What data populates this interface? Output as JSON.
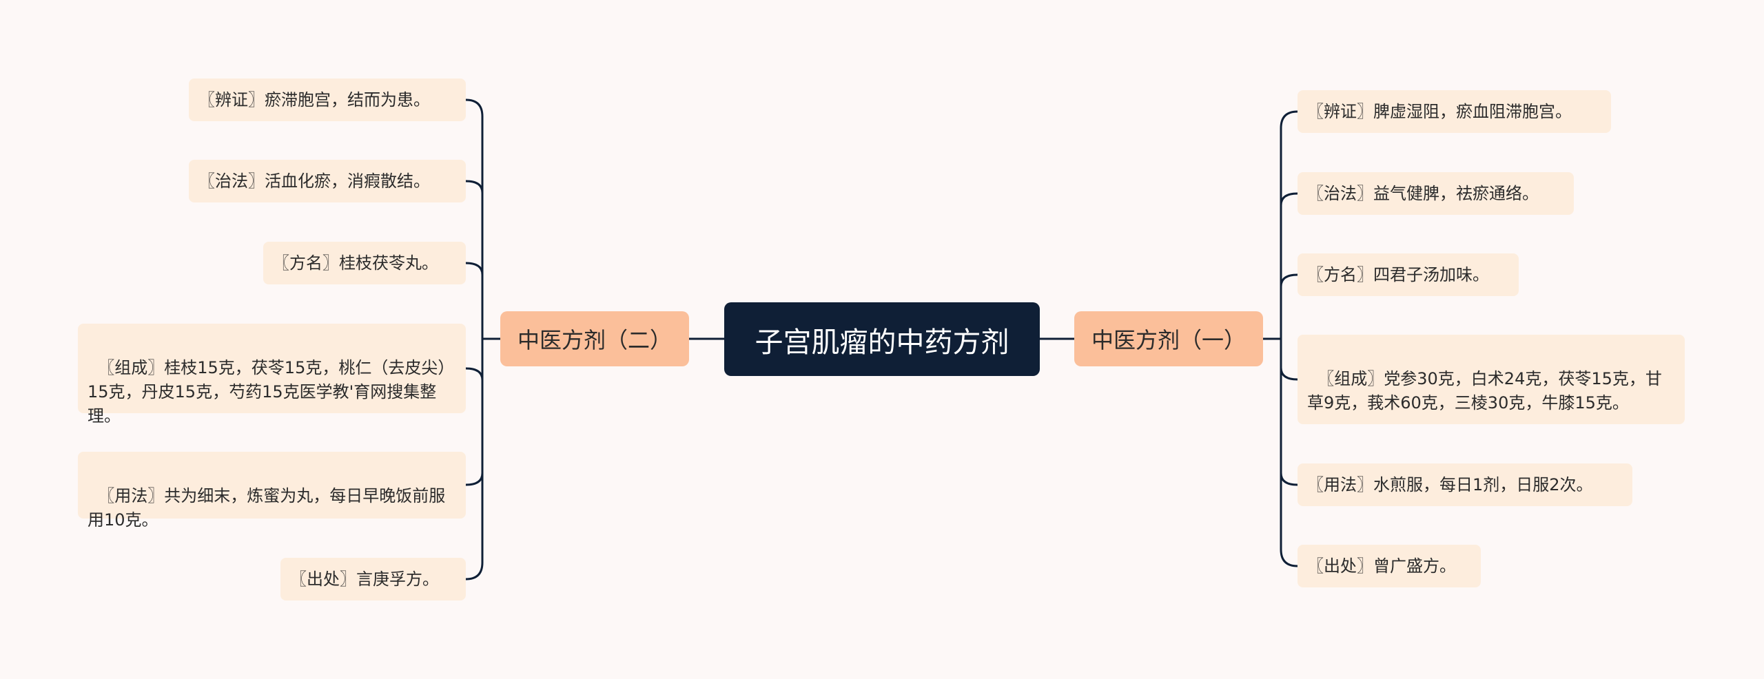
{
  "central": {
    "label": "子宫肌瘤的中药方剂"
  },
  "branches": {
    "left": {
      "label": "中医方剂（二）",
      "items": [
        "〖辨证〗瘀滞胞宫，结而为患。",
        "〖治法〗活血化瘀，消瘕散结。",
        "〖方名〗桂枝茯苓丸。",
        "〖组成〗桂枝15克，茯苓15克，桃仁（去皮尖）15克，丹皮15克，芍药15克医学教'育网搜集整理。",
        "〖用法〗共为细末，炼蜜为丸，每日早晚饭前服用10克。",
        "〖出处〗言庚孚方。"
      ]
    },
    "right": {
      "label": "中医方剂（一）",
      "items": [
        "〖辨证〗脾虚湿阻，瘀血阻滞胞宫。",
        "〖治法〗益气健脾，祛瘀通络。",
        "〖方名〗四君子汤加味。",
        "〖组成〗党参30克，白术24克，茯苓15克，甘草9克，莪术60克，三棱30克，牛膝15克。",
        "〖用法〗水煎服，每日1剂，日服2次。",
        "〖出处〗曾广盛方。"
      ]
    }
  },
  "colors": {
    "background": "#fdf8f7",
    "central_fill": "#0f1f36",
    "branch_fill": "#fbbf9a",
    "leaf_fill": "#fdeddd",
    "connector": "#0f1f36"
  }
}
